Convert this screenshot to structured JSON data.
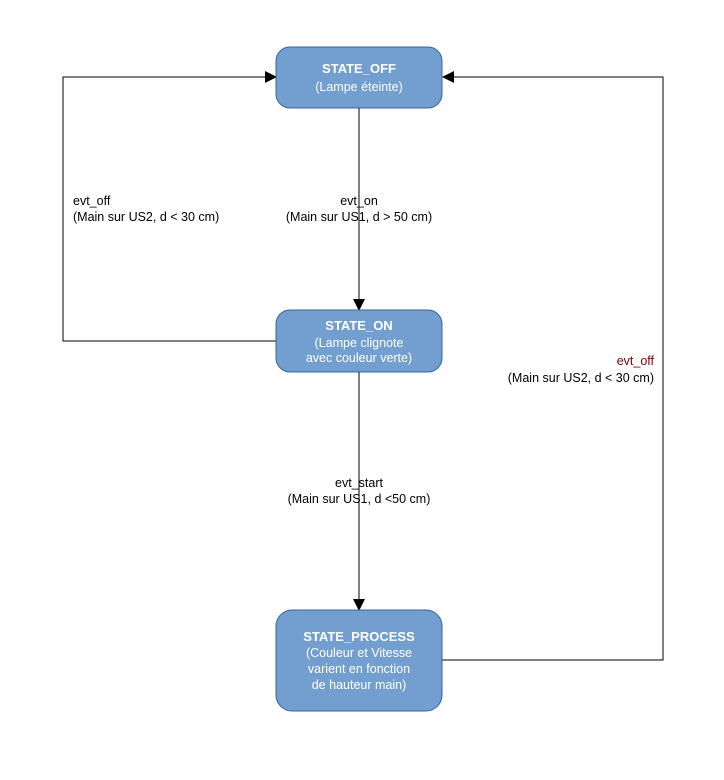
{
  "colors": {
    "state_fill": "#729fcf",
    "state_border": "#3465a4",
    "state_text": "#ffffff",
    "edge": "#000000",
    "edge_label": "#000000",
    "edge_label_highlight": "#800000"
  },
  "states": {
    "off": {
      "title": "STATE_OFF",
      "description": [
        "(Lampe éteinte)"
      ]
    },
    "on": {
      "title": "STATE_ON",
      "description": [
        "(Lampe clignote",
        "avec couleur verte)"
      ]
    },
    "process": {
      "title": "STATE_PROCESS",
      "description": [
        "(Couleur et Vitesse",
        "varient en fonction",
        "de hauteur main)"
      ]
    }
  },
  "transitions": {
    "off_to_on": {
      "event": "evt_on",
      "condition": "(Main sur US1, d > 50 cm)"
    },
    "on_to_off": {
      "event": "evt_off",
      "condition": "(Main sur US2, d < 30 cm)"
    },
    "on_to_process": {
      "event": "evt_start",
      "condition": "(Main sur US1, d  <50 cm)"
    },
    "process_to_off": {
      "event": "evt_off",
      "condition": "(Main sur US2, d < 30 cm)"
    }
  }
}
